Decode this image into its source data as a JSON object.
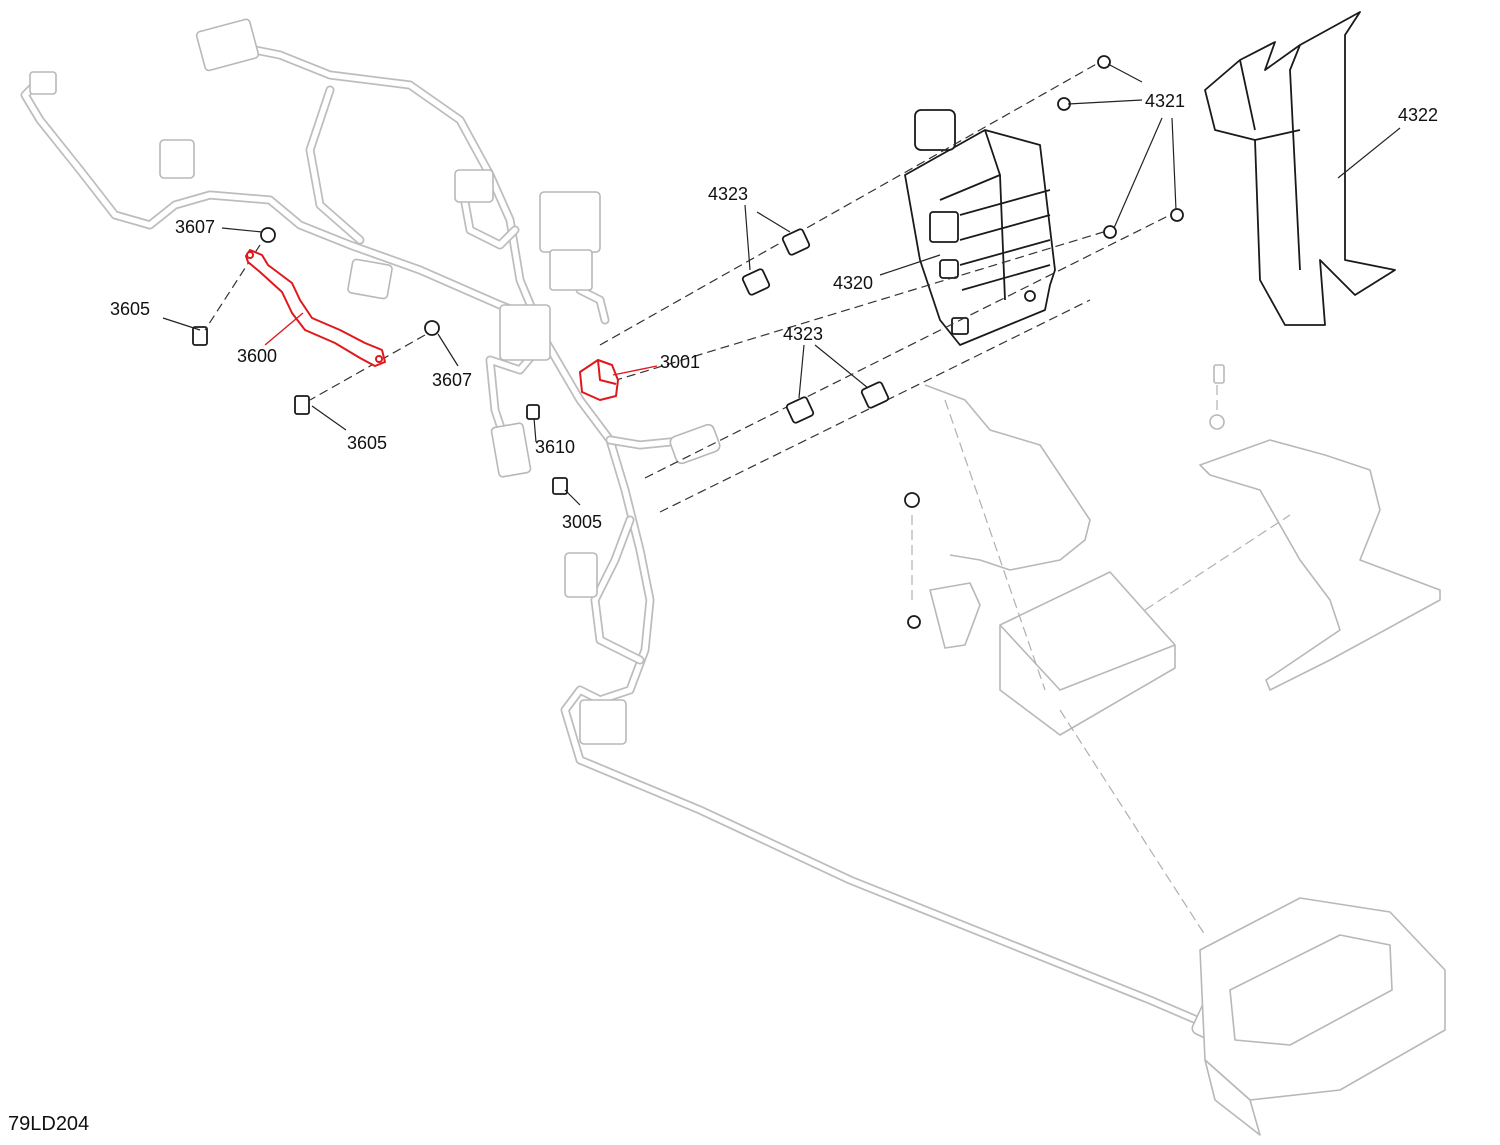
{
  "diagram_code": "79LD204",
  "highlight_color": "#e0181b",
  "callouts": [
    {
      "id": "c3607a",
      "label": "3607"
    },
    {
      "id": "c3605a",
      "label": "3605"
    },
    {
      "id": "c3600",
      "label": "3600"
    },
    {
      "id": "c3607b",
      "label": "3607"
    },
    {
      "id": "c3605b",
      "label": "3605"
    },
    {
      "id": "c3610",
      "label": "3610"
    },
    {
      "id": "c3005",
      "label": "3005"
    },
    {
      "id": "c3001",
      "label": "3001"
    },
    {
      "id": "c4323a",
      "label": "4323"
    },
    {
      "id": "c4323b",
      "label": "4323"
    },
    {
      "id": "c4320",
      "label": "4320"
    },
    {
      "id": "c4321",
      "label": "4321"
    },
    {
      "id": "c4322",
      "label": "4322"
    }
  ]
}
